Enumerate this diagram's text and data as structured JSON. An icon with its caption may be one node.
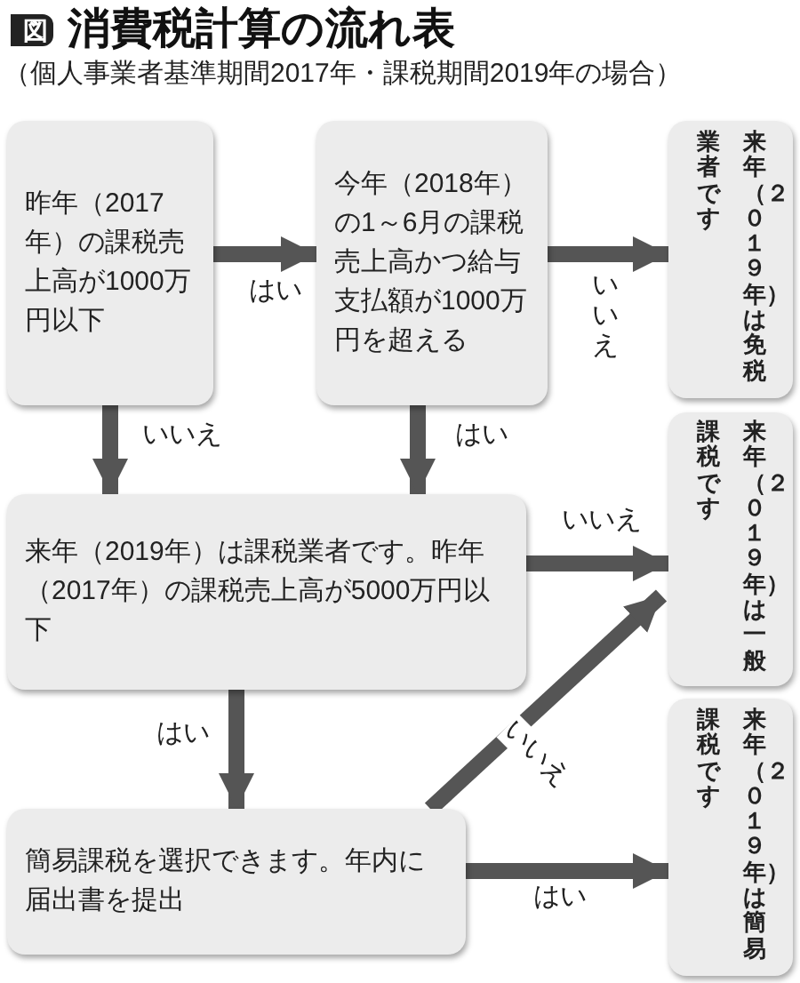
{
  "diagram": {
    "title": "消費税計算の流れ表",
    "labels": [
      "図",
      "（個人事業者基準期間2017年・課税期間2019年の場合）"
    ],
    "nodes": [
      {
        "text": [
          "昨年（2017年）の課税売上高が1000万円以下"
        ]
      },
      {
        "text": [
          "今年（2018年）の1～6月の課税売上高かつ給与支払額が1000万円を超える"
        ]
      },
      {
        "text": [
          "来年（２０１９年）は免税業者です"
        ]
      },
      {
        "text": [
          "来年（２０１９年）は一般課税です"
        ]
      },
      {
        "text": [
          "来年（２０１９年）は簡易課税です"
        ]
      },
      {
        "text": [
          "来年（2019年）は課税業者です。昨年（2017年）の課税売上高が5000万円以下"
        ]
      },
      {
        "text": [
          "簡易課税を選択できます。年内に届出書を提出"
        ]
      }
    ],
    "edges": [
      {
        "from": 0,
        "to": 1,
        "arrow": "to",
        "label": "はい"
      },
      {
        "from": 1,
        "to": 2,
        "arrow": "to",
        "label": "いいえ"
      },
      {
        "from": 0,
        "to": 5,
        "arrow": "to",
        "label": "いいえ"
      },
      {
        "from": 1,
        "to": 5,
        "arrow": "to",
        "label": "はい"
      },
      {
        "from": 5,
        "to": 3,
        "arrow": "to",
        "label": "いいえ"
      },
      {
        "from": 5,
        "to": 6,
        "arrow": "to",
        "label": "はい"
      },
      {
        "from": 6,
        "to": 3,
        "arrow": "to",
        "label": "いいえ"
      },
      {
        "from": 6,
        "to": 4,
        "arrow": "to",
        "label": "はい"
      }
    ]
  }
}
